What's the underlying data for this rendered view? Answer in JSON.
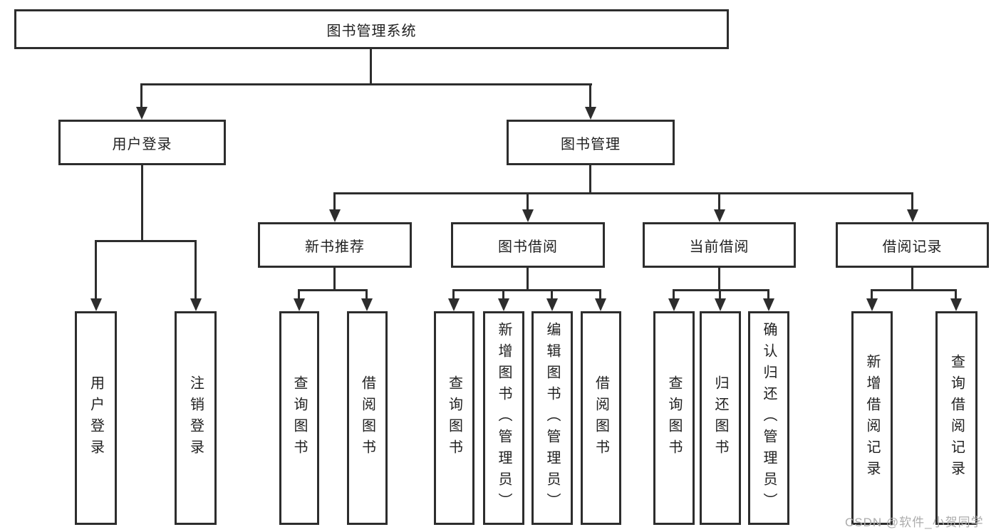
{
  "diagram": {
    "type": "hierarchy-tree",
    "root_label": "图书管理系统",
    "branches": {
      "user_login": {
        "label": "用户登录",
        "children": [
          "用户登录",
          "注销登录"
        ]
      },
      "book_mgmt": {
        "label": "图书管理"
      },
      "new_book": {
        "label": "新书推荐",
        "children": [
          "查询图书",
          "借阅图书"
        ]
      },
      "book_borrow": {
        "label": "图书借阅",
        "children": [
          "查询图书",
          "新增图书（管理员）",
          "编辑图书（管理员）",
          "借阅图书"
        ]
      },
      "current_borrow": {
        "label": "当前借阅",
        "children": [
          "查询图书",
          "归还图书",
          "确认归还（管理员）"
        ]
      },
      "borrow_record": {
        "label": "借阅记录",
        "children": [
          "新增借阅记录",
          "查询借阅记录"
        ]
      }
    },
    "colors": {
      "line": "#2d2d2d",
      "box_border": "#2d2d2d",
      "text": "#212121",
      "background": "#ffffff",
      "watermark": "#acacac"
    }
  },
  "watermark": {
    "text": "CSDN @软件_小贺同学"
  }
}
